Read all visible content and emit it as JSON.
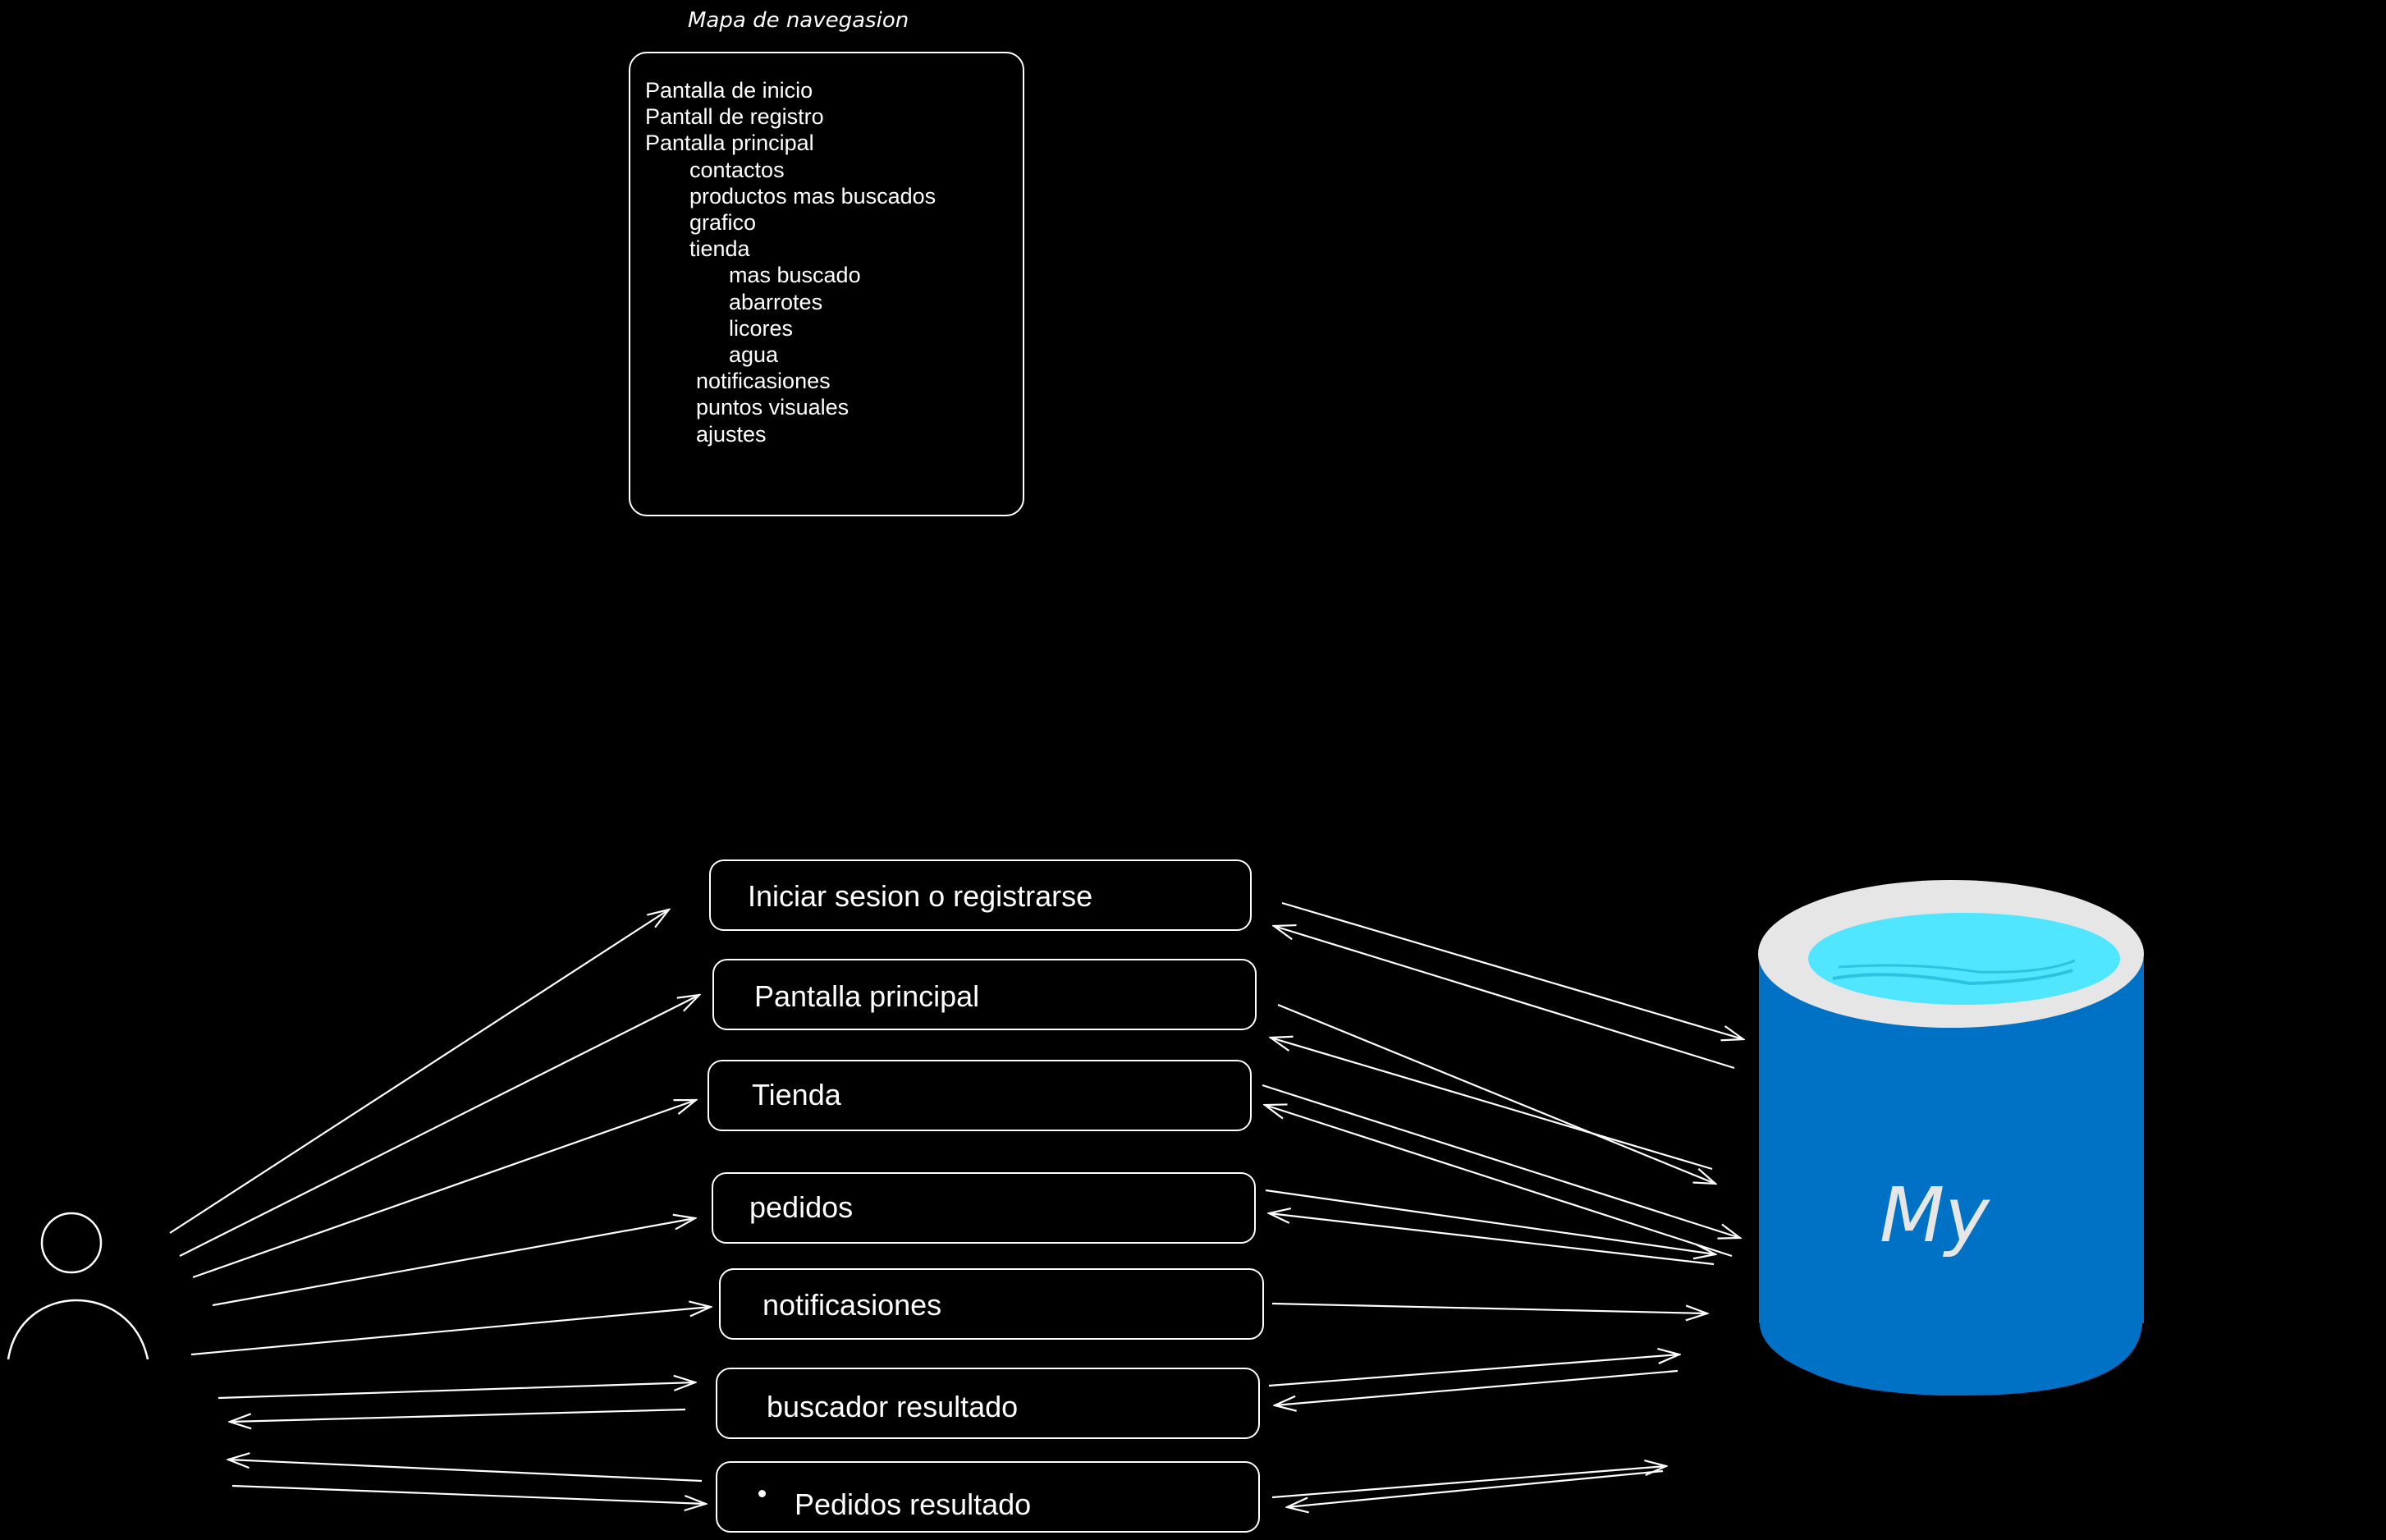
{
  "navigation_map": {
    "title": "Mapa de navegasion",
    "items": [
      {
        "label": "Pantalla de inicio",
        "level": 1
      },
      {
        "label": "Pantall de registro",
        "level": 1
      },
      {
        "label": "Pantalla principal",
        "level": 1
      },
      {
        "label": "contactos",
        "level": 2
      },
      {
        "label": "productos mas buscados",
        "level": 2
      },
      {
        "label": "grafico",
        "level": 2
      },
      {
        "label": "tienda",
        "level": 2
      },
      {
        "label": "mas buscado",
        "level": 3
      },
      {
        "label": "abarrotes",
        "level": 3
      },
      {
        "label": "licores",
        "level": 3
      },
      {
        "label": "agua",
        "level": 3
      },
      {
        "label": "notificasiones",
        "level": 2
      },
      {
        "label": "puntos visuales",
        "level": 2
      },
      {
        "label": "ajustes",
        "level": 2
      }
    ]
  },
  "screens": [
    {
      "label": "Iniciar sesion o registrarse"
    },
    {
      "label": "Pantalla principal"
    },
    {
      "label": "Tienda"
    },
    {
      "label": "pedidos"
    },
    {
      "label": "notificasiones"
    },
    {
      "label": "buscador resultado"
    },
    {
      "label": "Pedidos resultado"
    }
  ],
  "database": {
    "label": "My",
    "body_color": "#0072C6",
    "rim_color": "#E6E6E6",
    "liquid_color": "#50E6FF"
  }
}
